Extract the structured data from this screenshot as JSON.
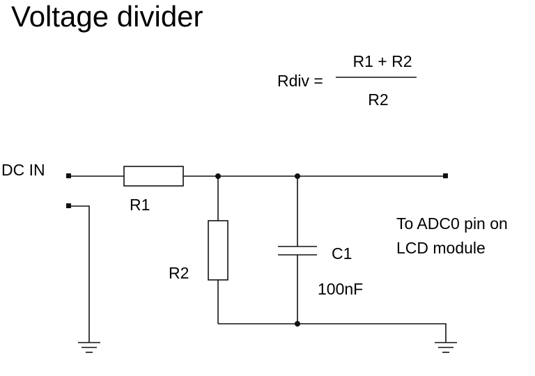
{
  "title": "Voltage divider",
  "formula": {
    "lhs": "Rdiv =",
    "numerator": "R1 + R2",
    "denominator": "R2"
  },
  "labels": {
    "input": "DC IN",
    "r1": "R1",
    "r2": "R2",
    "c1": "C1",
    "c1_value": "100nF",
    "output_line1": "To ADC0 pin on",
    "output_line2": "LCD module"
  },
  "colors": {
    "ink": "#111111",
    "background": "#ffffff"
  }
}
